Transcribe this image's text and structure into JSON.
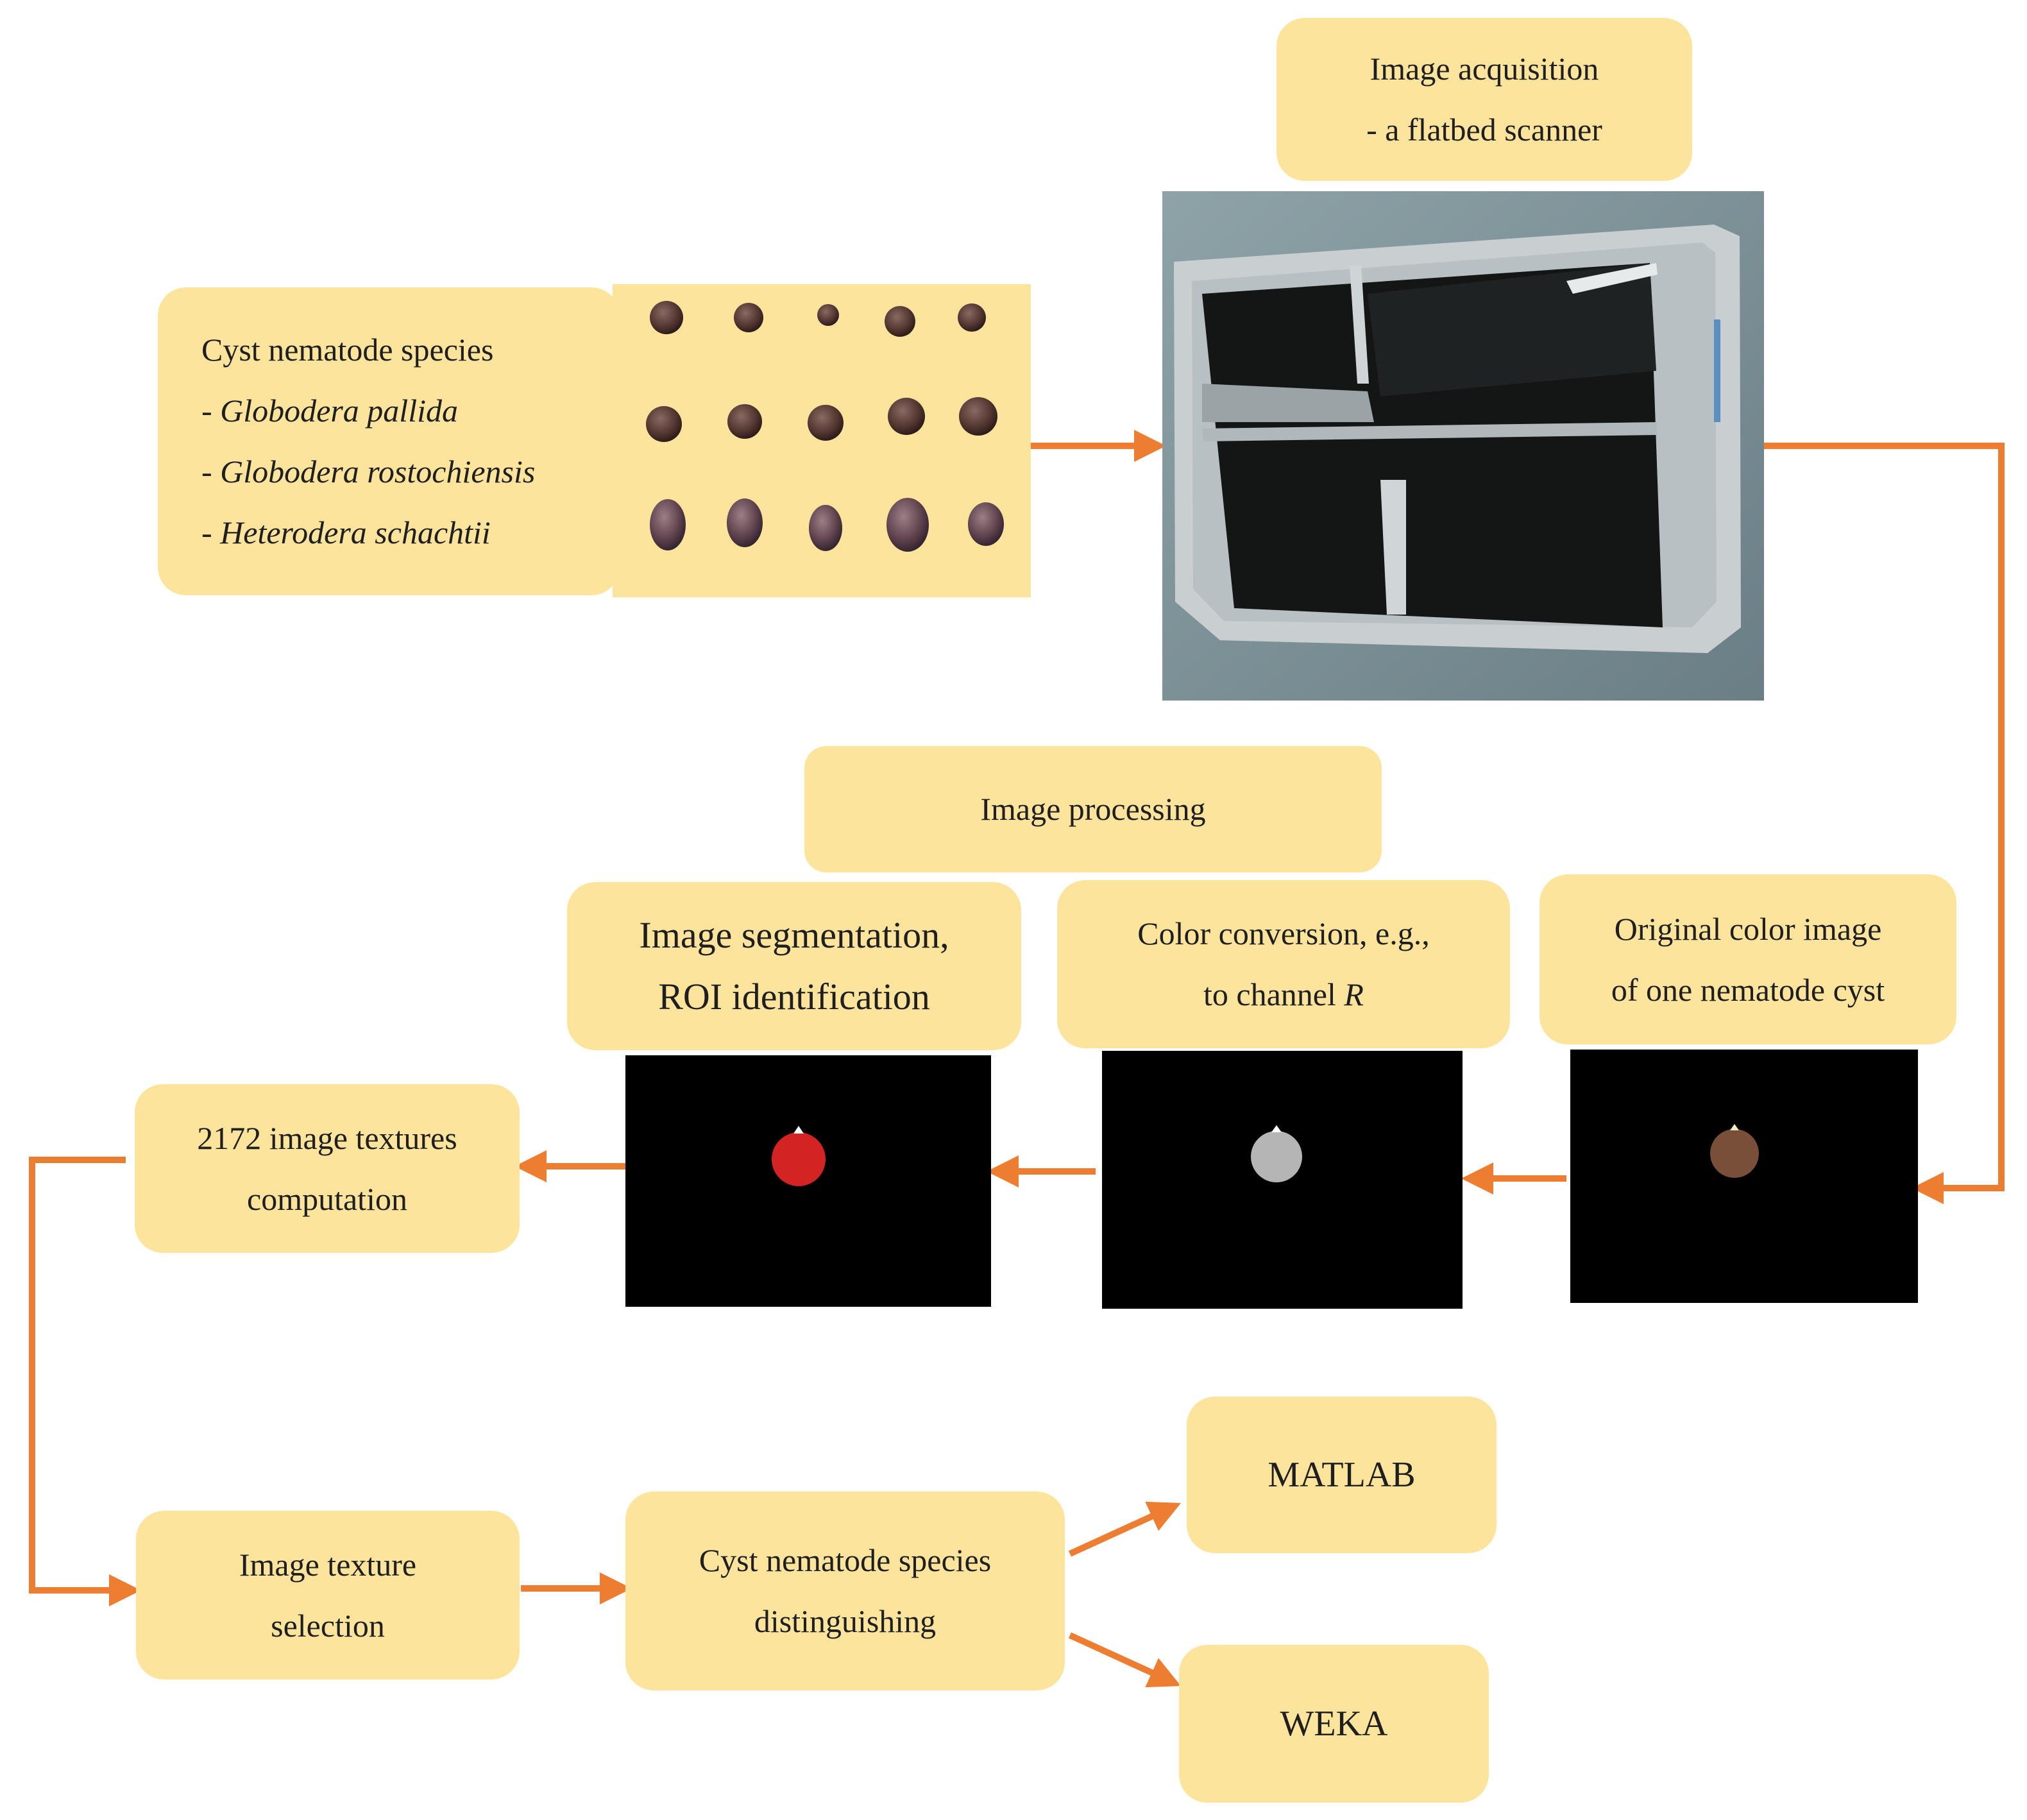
{
  "boxes": {
    "species": {
      "title": "Cyst nematode species",
      "items": [
        "- Globodera pallida",
        "- Globodera rostochiensis",
        "- Heterodera schachtii"
      ]
    },
    "acquisition": {
      "line1": "Image acquisition",
      "line2": "- a flatbed scanner"
    },
    "processing": {
      "label": "Image processing"
    },
    "segmentation": {
      "line1": "Image segmentation,",
      "line2": "ROI identification"
    },
    "conversion": {
      "line1": "Color conversion, e.g.,",
      "line2_prefix": "to channel ",
      "line2_channel": "R"
    },
    "original": {
      "line1": "Original color image",
      "line2": "of one nematode cyst"
    },
    "textures": {
      "line1": "2172 image textures",
      "line2": "computation"
    },
    "selection": {
      "line1": "Image texture",
      "line2": "selection"
    },
    "distinguishing": {
      "line1": "Cyst nematode species",
      "line2": "distinguishing"
    },
    "matlab": {
      "label": "MATLAB"
    },
    "weka": {
      "label": "WEKA"
    }
  },
  "colors": {
    "box_fill": "#fde49d",
    "arrow": "#ed7d31",
    "cyst_segmented": "#d42323",
    "cyst_gray": "#b5b5b5",
    "cyst_original": "#7a4f3a"
  }
}
